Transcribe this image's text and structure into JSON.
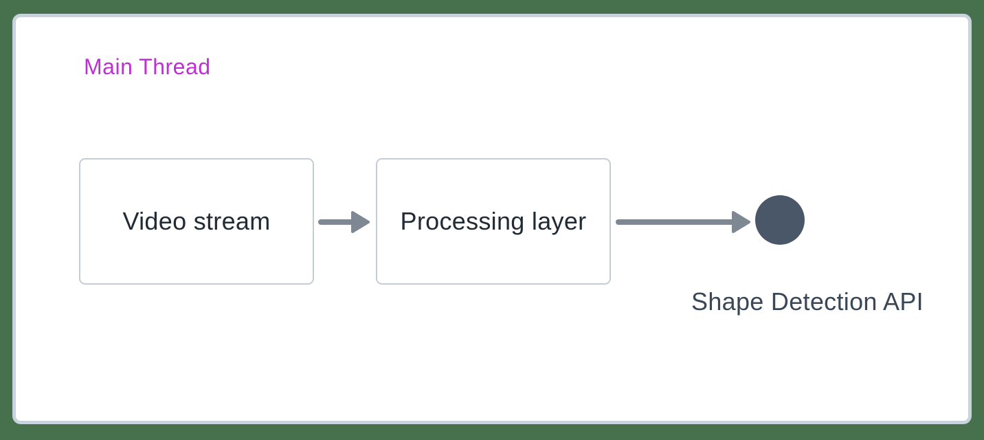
{
  "page": {
    "background_color": "#47714d",
    "card_background": "#ffffff",
    "card_border_color": "#c9d3dd"
  },
  "diagram": {
    "title": {
      "label": "Main Thread",
      "color": "#bf2fd6"
    },
    "nodes": [
      {
        "id": "video-stream",
        "label": "Video stream"
      },
      {
        "id": "processing-layer",
        "label": "Processing layer"
      }
    ],
    "flow": [
      "Video stream",
      "Processing layer",
      "Shape Detection API"
    ],
    "endpoint": {
      "label": "Shape Detection API",
      "shape": "circle",
      "fill_color": "#4a5768",
      "label_color": "#3a4757"
    },
    "style": {
      "arrow_color": "#7d8893",
      "node_border_color": "#c3cdd7",
      "node_text_color": "#212b36"
    }
  }
}
